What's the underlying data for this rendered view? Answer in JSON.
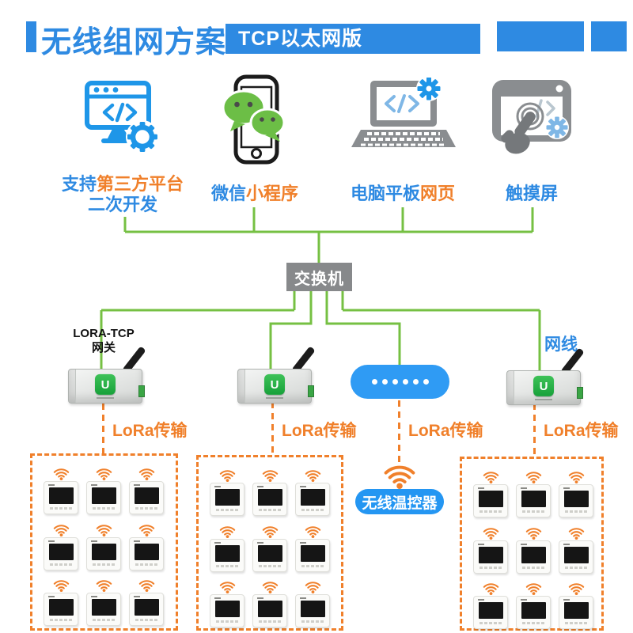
{
  "colors": {
    "brand_blue": "#2E8AE2",
    "bright_blue": "#2F9BF4",
    "pill_blue": "#2496F2",
    "icon_blue": "#1E96E8",
    "light_blue": "#7FB7E6",
    "icon_gray": "#8A8D90",
    "wechat_green": "#6CBE46",
    "line_green": "#76C043",
    "orange": "#F0802B",
    "switch_gray": "#87898B"
  },
  "header": {
    "title": "无线组网方案",
    "tag": "TCP以太网版"
  },
  "platforms": [
    {
      "name": "third-party-dev",
      "line1": [
        {
          "text": "支持",
          "color": "blue"
        },
        {
          "text": "第三方平台",
          "color": "orange"
        }
      ],
      "line2": [
        {
          "text": "二次开发",
          "color": "blue"
        }
      ]
    },
    {
      "name": "wechat-miniprogram",
      "line1": [
        {
          "text": "微信",
          "color": "blue"
        },
        {
          "text": "小程序",
          "color": "orange"
        }
      ]
    },
    {
      "name": "pc-tablet-web",
      "line1": [
        {
          "text": "电脑平板",
          "color": "blue"
        },
        {
          "text": "网页",
          "color": "orange"
        }
      ]
    },
    {
      "name": "touch-screen",
      "line1": [
        {
          "text": "触摸屏",
          "color": "blue"
        }
      ]
    }
  ],
  "switch": {
    "label": "交换机"
  },
  "gateway": {
    "label_line1": "LORA-TCP",
    "label_line2": "网关",
    "logo_letter": "U"
  },
  "cable_label": "网线",
  "ellipsis_device": {
    "dots": 6
  },
  "lora_links": [
    {
      "label": "LoRa传输"
    },
    {
      "label": "LoRa传输"
    },
    {
      "label": "LoRa传输"
    },
    {
      "label": "LoRa传输"
    }
  ],
  "wireless_thermostat": {
    "label": "无线温控器"
  },
  "device_groups": [
    {
      "rows": 3,
      "cols": 3
    },
    {
      "rows": 3,
      "cols": 3
    },
    {
      "rows": 3,
      "cols": 3
    }
  ]
}
